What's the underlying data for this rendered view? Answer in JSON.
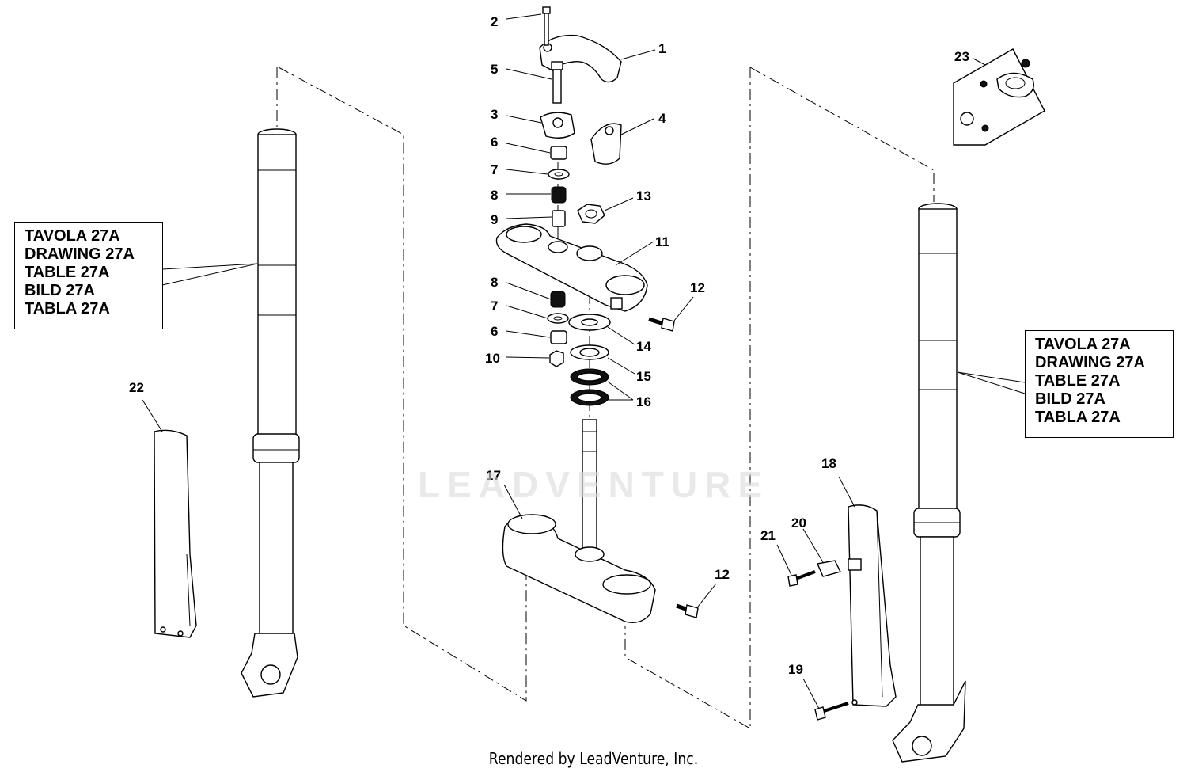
{
  "footer": {
    "text": "Rendered by LeadVenture, Inc."
  },
  "watermark": {
    "text": "LEADVENTURE"
  },
  "reference_boxes": {
    "left": [
      "TAVOLA 27A",
      "DRAWING 27A",
      "TABLE 27A",
      "BILD 27A",
      "TABLA 27A"
    ],
    "right": [
      "TAVOLA 27A",
      "DRAWING 27A",
      "TABLE 27A",
      "BILD 27A",
      "TABLA 27A"
    ]
  },
  "callouts": {
    "c1": "1",
    "c2": "2",
    "c3": "3",
    "c4": "4",
    "c5": "5",
    "c6a": "6",
    "c6b": "6",
    "c7a": "7",
    "c7b": "7",
    "c8a": "8",
    "c8b": "8",
    "c9": "9",
    "c10": "10",
    "c11": "11",
    "c12a": "12",
    "c12b": "12",
    "c13": "13",
    "c14": "14",
    "c15": "15",
    "c16": "16",
    "c17": "17",
    "c18": "18",
    "c19": "19",
    "c20": "20",
    "c21": "21",
    "c22": "22",
    "c23": "23"
  }
}
